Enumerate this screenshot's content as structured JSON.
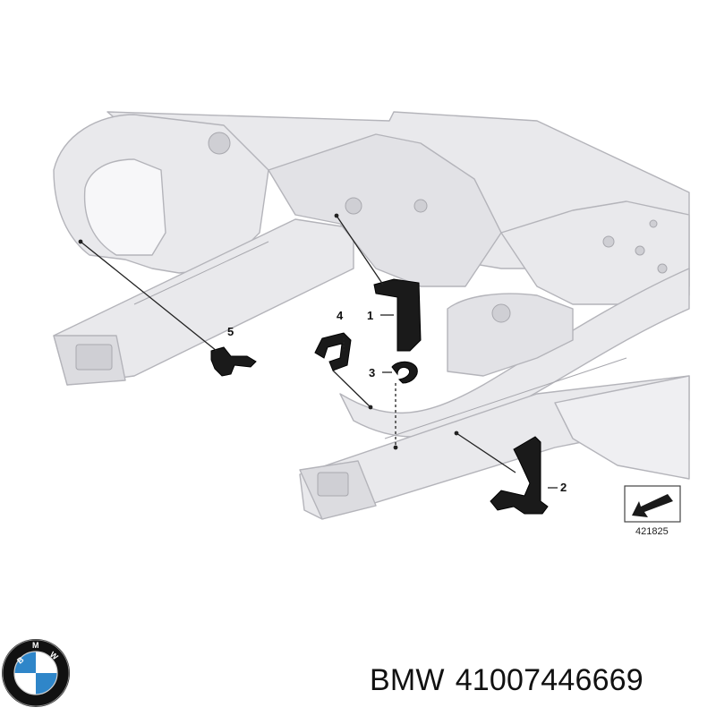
{
  "diagram": {
    "callouts": [
      "1",
      "2",
      "3",
      "4",
      "5"
    ],
    "reference_number": "421825"
  },
  "logo": {
    "label": "BMW"
  },
  "caption": {
    "brand": "BMW",
    "part_number": "41007446669"
  },
  "colors": {
    "frame_fill": "#e9e9ec",
    "frame_stroke": "#b4b4ba",
    "bracket": "#1a1a1a",
    "leader_line": "#222222",
    "logo_blue": "#2f86c9",
    "logo_ring": "#111111"
  }
}
